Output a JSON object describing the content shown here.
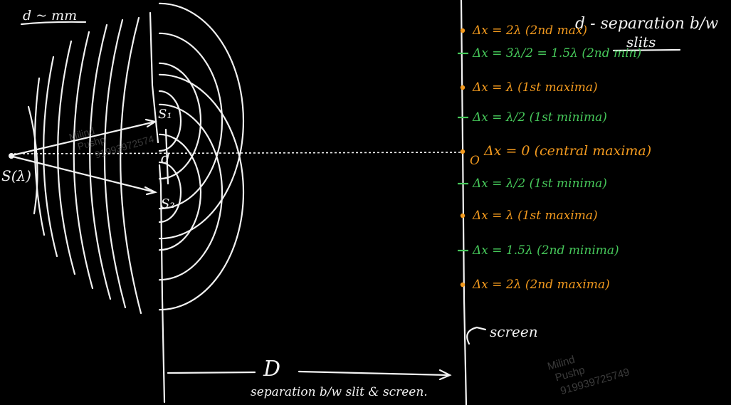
{
  "labels": {
    "top_left_note": "d ~ mm",
    "top_right_line1": "d - separation b/w",
    "top_right_line2": "slits",
    "source": "S(λ)",
    "slit1": "S₁",
    "slit2": "S₂",
    "slit_sep": "d",
    "screen": "screen",
    "distance": "D",
    "distance_caption": "separation b/w slit & screen.",
    "center_marker": "O"
  },
  "fringes": [
    {
      "text": "Δx = 2λ (2nd max)",
      "kind": "max"
    },
    {
      "text": "Δx = 3λ/2 = 1.5λ (2nd min)",
      "kind": "min"
    },
    {
      "text": "Δx = λ (1st maxima)",
      "kind": "max"
    },
    {
      "text": "Δx = λ/2 (1st minima)",
      "kind": "min"
    },
    {
      "text": "Δx = 0 (central maxima)",
      "kind": "max"
    },
    {
      "text": "Δx = λ/2 (1st minima)",
      "kind": "min"
    },
    {
      "text": "Δx = λ (1st maxima)",
      "kind": "max"
    },
    {
      "text": "Δx = 1.5λ (2nd minima)",
      "kind": "min"
    },
    {
      "text": "Δx = 2λ (2nd maxima)",
      "kind": "max"
    }
  ],
  "watermark": {
    "name1": "Milind",
    "name2": "Pushp",
    "phone": "919939725749",
    "phone_partial": "91993972574"
  },
  "colors": {
    "maxima": "#f39a1e",
    "minima": "#46c85a",
    "chalk": "#f2f2f2",
    "background": "#000000"
  }
}
